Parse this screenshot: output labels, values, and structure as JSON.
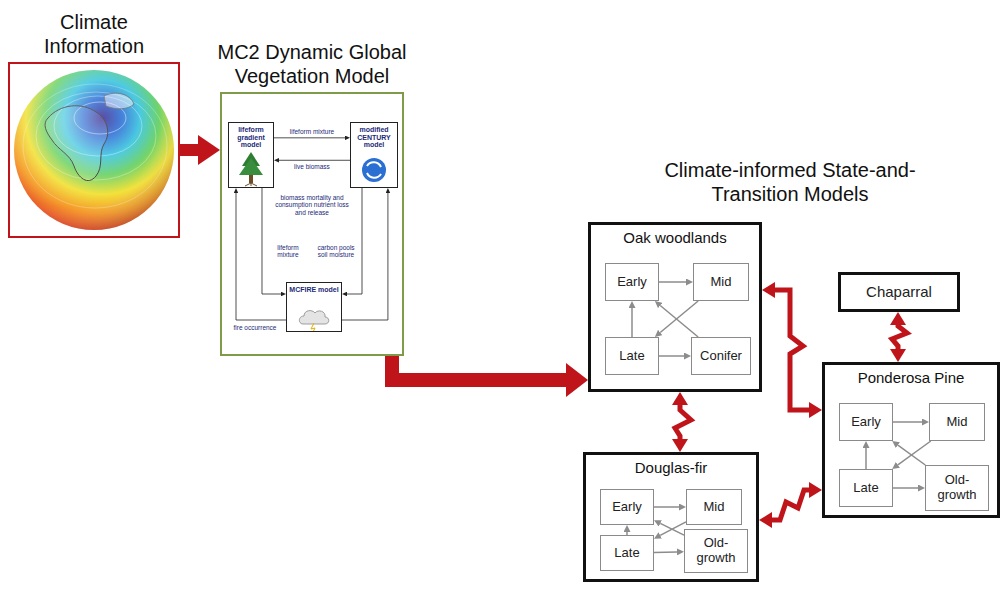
{
  "diagram": {
    "nodes": [
      {
        "text": [
          "Climate Information"
        ]
      },
      {
        "text": [
          "MC2 Dynamic Global Vegetation Model"
        ]
      },
      {
        "text": [
          "lifeform gradient model"
        ],
        "in": 1
      },
      {
        "text": [
          "modified CENTURY model"
        ],
        "in": 1
      },
      {
        "text": [
          "MCFIRE model"
        ],
        "in": 1
      },
      {
        "text": [
          "Oak woodlands"
        ]
      },
      {
        "text": [
          "Early"
        ],
        "in": 5
      },
      {
        "text": [
          "Mid"
        ],
        "in": 5
      },
      {
        "text": [
          "Late"
        ],
        "in": 5
      },
      {
        "text": [
          "Conifer"
        ],
        "in": 5
      },
      {
        "text": [
          "Chaparral"
        ]
      },
      {
        "text": [
          "Ponderosa Pine"
        ]
      },
      {
        "text": [
          "Early"
        ],
        "in": 11
      },
      {
        "text": [
          "Mid"
        ],
        "in": 11
      },
      {
        "text": [
          "Late"
        ],
        "in": 11
      },
      {
        "text": [
          "Old-growth"
        ],
        "in": 11
      },
      {
        "text": [
          "Douglas-fir"
        ]
      },
      {
        "text": [
          "Early"
        ],
        "in": 16
      },
      {
        "text": [
          "Mid"
        ],
        "in": 16
      },
      {
        "text": [
          "Late"
        ],
        "in": 16
      },
      {
        "text": [
          "Old-growth"
        ],
        "in": 16
      }
    ],
    "edges": [
      {
        "from": 0,
        "to": 1,
        "arrow": "to"
      },
      {
        "from": 1,
        "to": 5,
        "arrow": "to"
      },
      {
        "from": 2,
        "to": 3,
        "label": "lifeform mixture",
        "arrow": "to"
      },
      {
        "from": 3,
        "to": 2,
        "label": "live biomass",
        "arrow": "to"
      },
      {
        "from": 4,
        "to": 3,
        "label": "biomass mortality and consumption nutrient loss and release",
        "arrow": "to"
      },
      {
        "from": 3,
        "to": 4,
        "label": "carbon pools soil moisture",
        "arrow": "to"
      },
      {
        "from": 2,
        "to": 4,
        "label": "lifeform mixture",
        "arrow": "to"
      },
      {
        "from": 4,
        "to": 2,
        "label": "fire occurrence",
        "arrow": "to"
      },
      {
        "from": 6,
        "to": 7,
        "arrow": "to"
      },
      {
        "from": 7,
        "to": 8,
        "arrow": "to"
      },
      {
        "from": 8,
        "to": 6,
        "arrow": "to"
      },
      {
        "from": 8,
        "to": 9,
        "arrow": "to"
      },
      {
        "from": 9,
        "to": 6,
        "arrow": "to"
      },
      {
        "from": 12,
        "to": 13,
        "arrow": "to"
      },
      {
        "from": 13,
        "to": 14,
        "arrow": "to"
      },
      {
        "from": 14,
        "to": 12,
        "arrow": "to"
      },
      {
        "from": 14,
        "to": 15,
        "arrow": "to"
      },
      {
        "from": 15,
        "to": 12,
        "arrow": "to"
      },
      {
        "from": 17,
        "to": 18,
        "arrow": "to"
      },
      {
        "from": 18,
        "to": 19,
        "arrow": "to"
      },
      {
        "from": 19,
        "to": 17,
        "arrow": "to"
      },
      {
        "from": 19,
        "to": 20,
        "arrow": "to"
      },
      {
        "from": 20,
        "to": 17,
        "arrow": "to"
      },
      {
        "from": 5,
        "to": 16,
        "arrow": "both"
      },
      {
        "from": 5,
        "to": 11,
        "arrow": "both"
      },
      {
        "from": 16,
        "to": 11,
        "arrow": "both"
      },
      {
        "from": 10,
        "to": 11,
        "arrow": "both"
      }
    ],
    "labels": [
      "Climate-informed State-and-Transition Models"
    ]
  }
}
